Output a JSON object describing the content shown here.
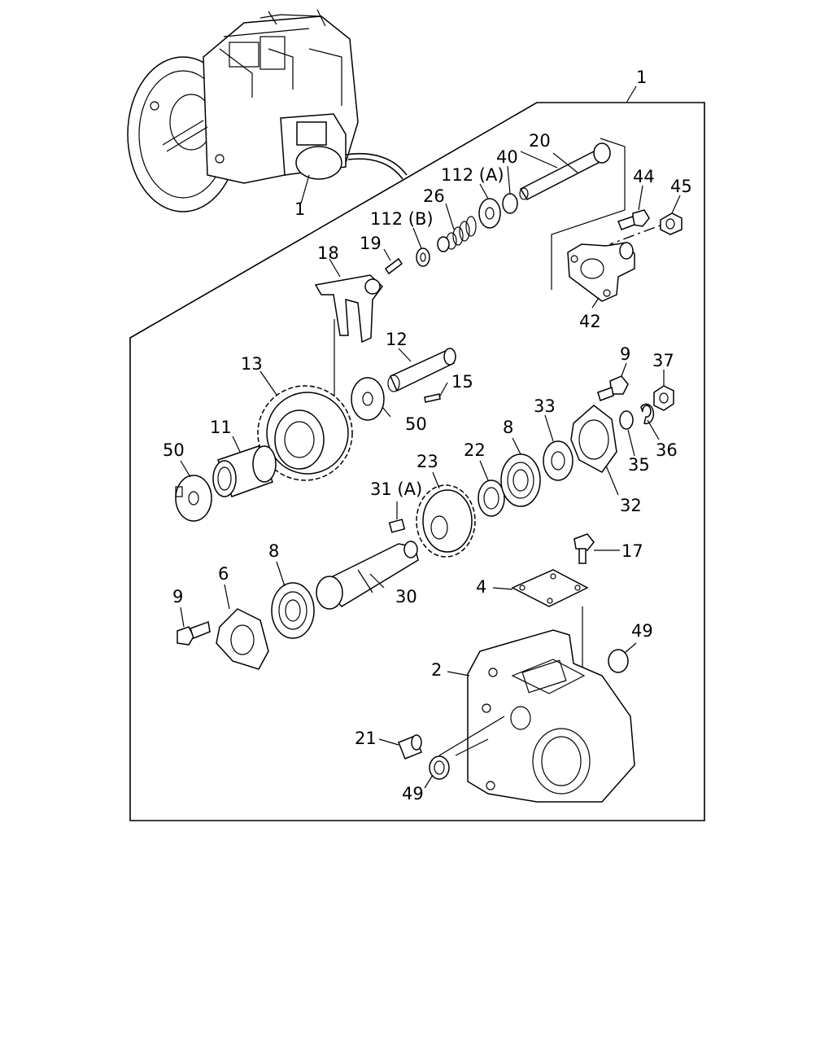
{
  "callouts": {
    "assembly_top": "1",
    "assembly_side": "1",
    "p2": "2",
    "p4": "4",
    "p6": "6",
    "p8a": "8",
    "p8b": "8",
    "p9a": "9",
    "p9b": "9",
    "p11": "11",
    "p12": "12",
    "p13": "13",
    "p15": "15",
    "p17": "17",
    "p18": "18",
    "p19": "19",
    "p20": "20",
    "p21": "21",
    "p22": "22",
    "p23": "23",
    "p26": "26",
    "p30": "30",
    "p31a": "31 (A)",
    "p32": "32",
    "p33": "33",
    "p35": "35",
    "p36": "36",
    "p37": "37",
    "p40": "40",
    "p42": "42",
    "p44": "44",
    "p45": "45",
    "p49a": "49",
    "p49b": "49",
    "p50a": "50",
    "p50b": "50",
    "p112a": "112 (A)",
    "p112b": "112 (B)"
  }
}
